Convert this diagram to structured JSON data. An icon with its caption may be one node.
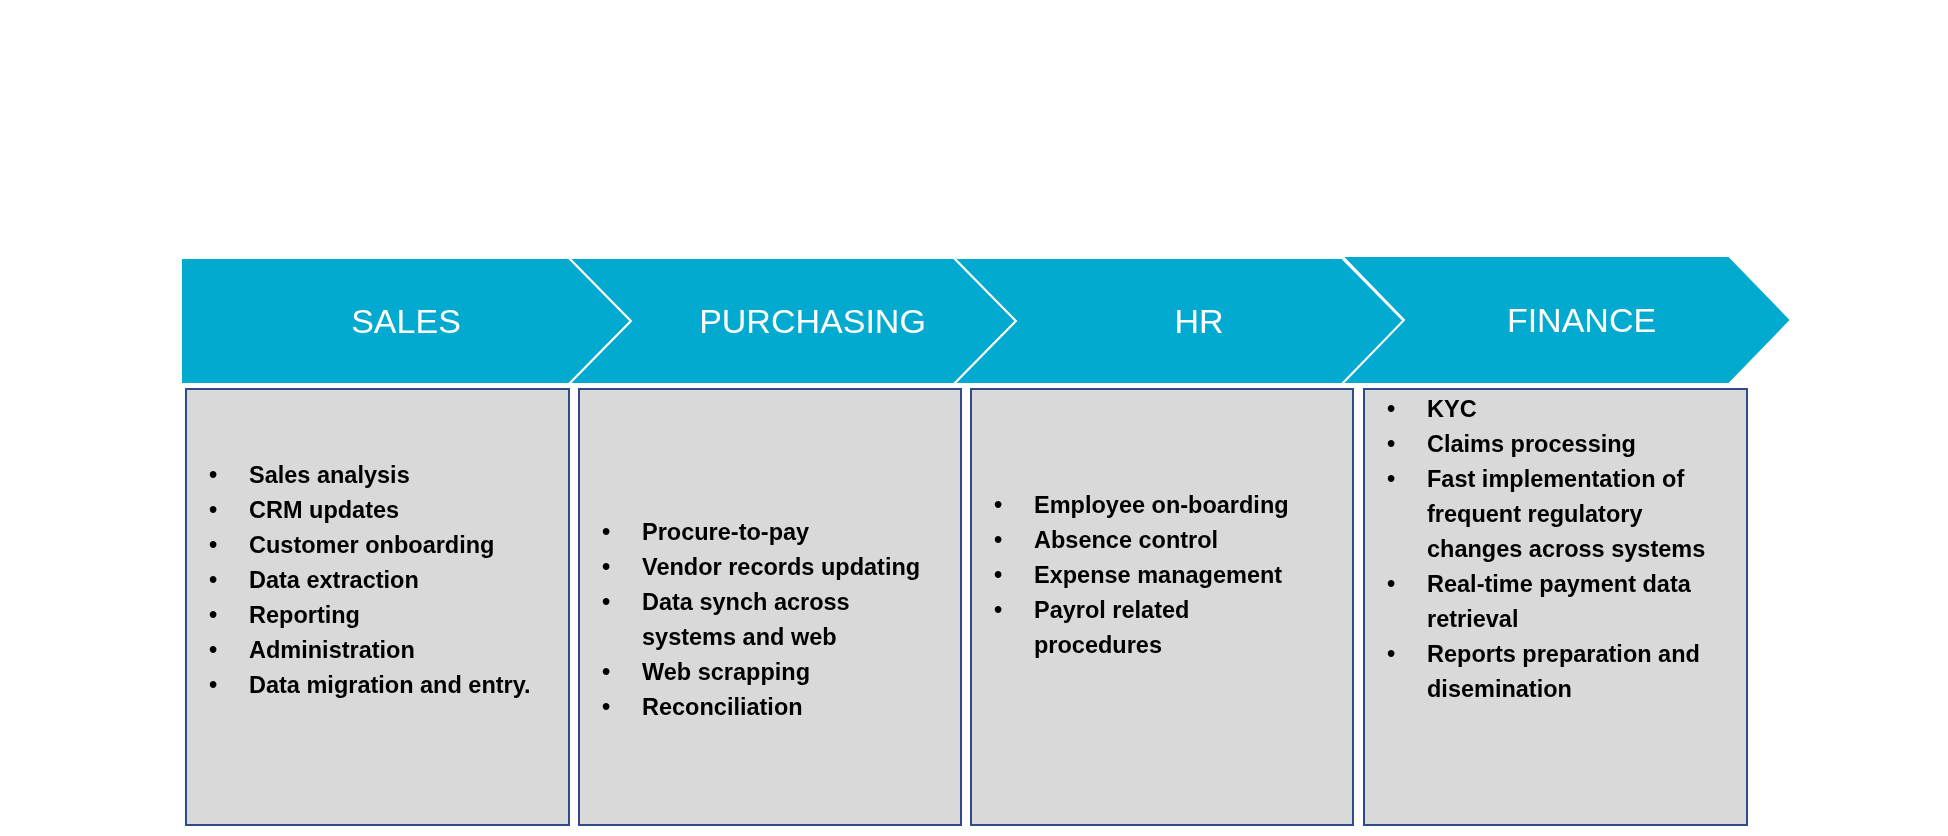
{
  "diagram": {
    "nodes": [
      {
        "text": [
          "SALES"
        ]
      },
      {
        "text": [
          "PURCHASING"
        ]
      },
      {
        "text": [
          "HR"
        ]
      },
      {
        "text": [
          "FINANCE"
        ]
      },
      {
        "text": [
          "•\tSales analysis",
          "•\tCRM updates",
          "•\tCustomer onboarding",
          "•\tData extraction",
          "•\tReporting",
          "•\tAdministration",
          "•\tData migration and entry."
        ]
      },
      {
        "text": [
          "•\tProcure-to-pay",
          "•\tVendor records updating",
          "•\tData synch across systems and web",
          "•\tWeb scrapping",
          "•\tReconciliation"
        ]
      },
      {
        "text": [
          "•\tEmployee on-boarding",
          "•\tAbsence control",
          "•\tExpense management",
          "•\tPayrol related procedures"
        ]
      },
      {
        "text": [
          "•\tKYC",
          "•\tClaims processing",
          "•\tFast implementation of frequent regulatory changes across systems",
          "•\tReal-time payment data retrieval",
          "•\tReports preparation and disemination"
        ]
      }
    ]
  }
}
